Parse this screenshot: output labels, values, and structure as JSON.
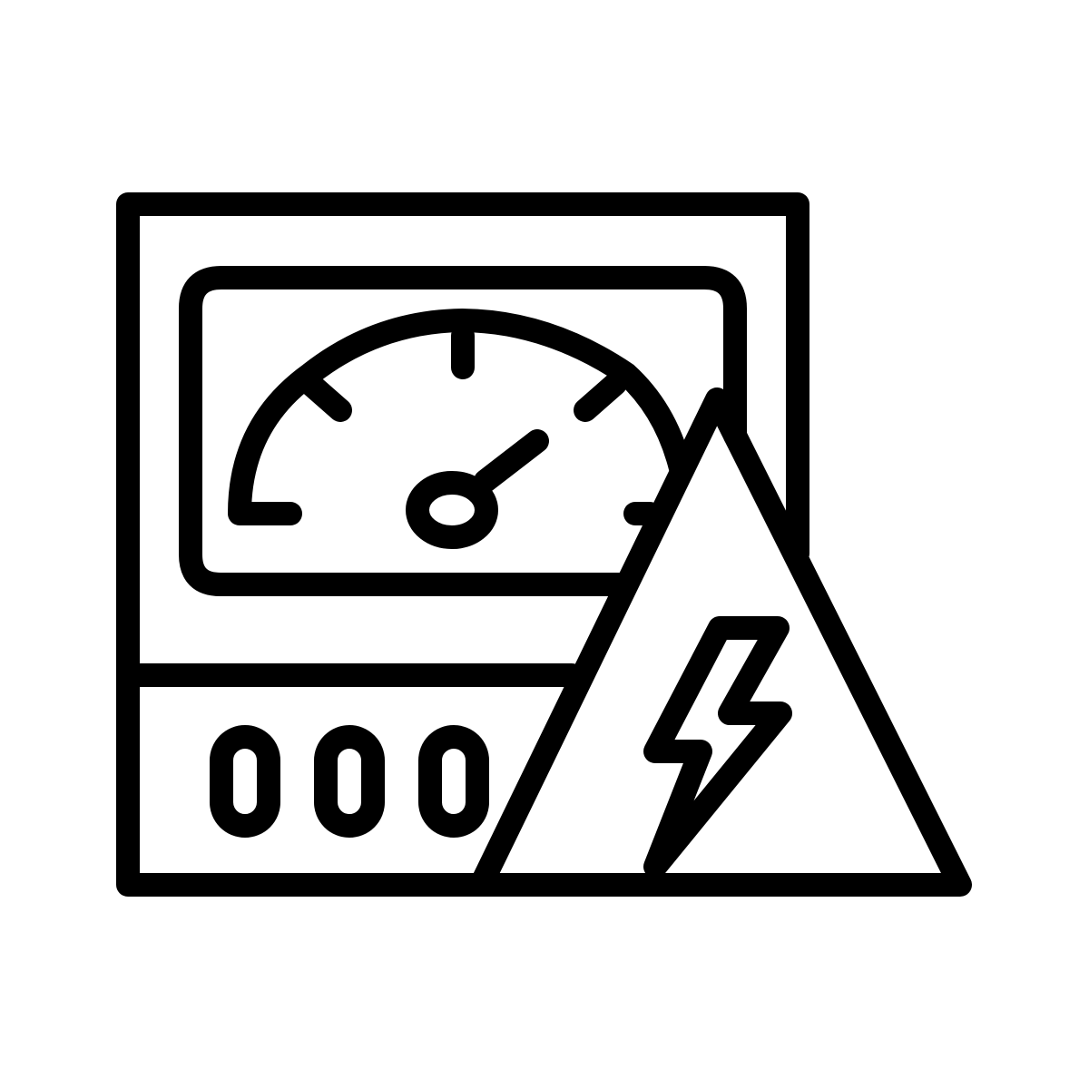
{
  "icon": {
    "name": "electric-meter-warning-icon",
    "stroke_color": "#000000",
    "background_color": "#ffffff",
    "counter_digits": [
      "0",
      "0",
      "0"
    ]
  }
}
